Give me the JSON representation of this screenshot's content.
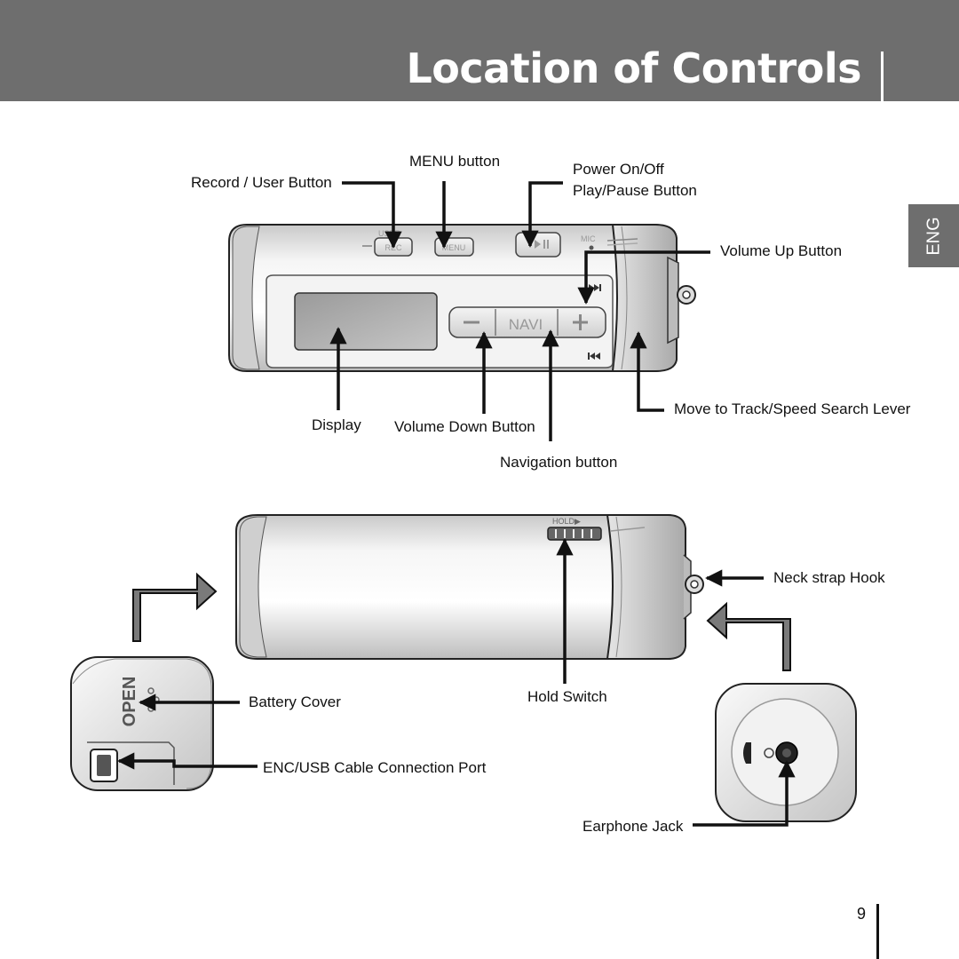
{
  "header": {
    "title": "Location of Controls"
  },
  "language_tab": "ENG",
  "labels": {
    "record_user": "Record / User Button",
    "menu": "MENU button",
    "power": "Power On/Off",
    "play_pause": "Play/Pause Button",
    "volume_up": "Volume Up Button",
    "move_track": "Move to Track/Speed Search Lever",
    "display": "Display",
    "volume_down": "Volume Down Button",
    "navigation": "Navigation button",
    "neck_strap": "Neck strap Hook",
    "battery_cover": "Battery Cover",
    "hold_switch": "Hold Switch",
    "enc_usb": "ENC/USB Cable Connection Port",
    "earphone": "Earphone Jack"
  },
  "device_markings": {
    "user": "USER",
    "rec": "REC",
    "menu": "MENU",
    "mic": "MIC",
    "navi": "NAVI",
    "hold": "HOLD▶",
    "open": "OPEN"
  },
  "page_number": "9",
  "colors": {
    "header": "#6e6e6e",
    "text": "#111111",
    "device_outline": "#222222"
  }
}
